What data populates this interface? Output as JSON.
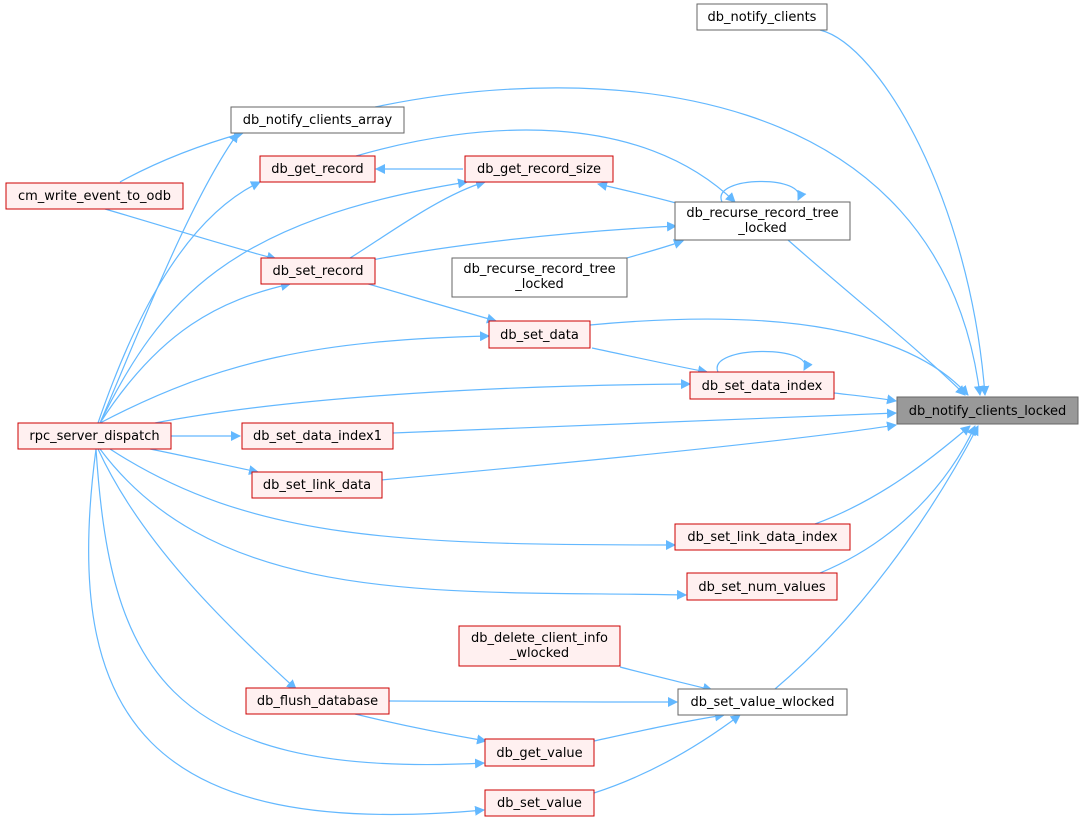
{
  "title": "Caller graph of db_notify_clients_locked",
  "colors": {
    "edge": "#63b8ff",
    "node_border_plain": "#666666",
    "node_border_red": "#cc0000",
    "node_fill_red": "#fff0f0",
    "node_fill_focus": "#999999"
  },
  "nodes": {
    "db_notify_clients_locked": {
      "label": "db_notify_clients_locked"
    },
    "db_notify_clients": {
      "label": "db_notify_clients"
    },
    "db_notify_clients_array": {
      "label": "db_notify_clients_array"
    },
    "cm_write_event_to_odb": {
      "label": "cm_write_event_to_odb"
    },
    "db_get_record": {
      "label": "db_get_record"
    },
    "db_get_record_size": {
      "label": "db_get_record_size"
    },
    "db_recurse_record_tree_locked": {
      "line1": "db_recurse_record_tree",
      "line2": "_locked"
    },
    "db_recurse_record_tree_locked_2": {
      "line1": "db_recurse_record_tree",
      "line2": "_locked"
    },
    "db_set_record": {
      "label": "db_set_record"
    },
    "db_set_data": {
      "label": "db_set_data"
    },
    "db_set_data_index": {
      "label": "db_set_data_index"
    },
    "rpc_server_dispatch": {
      "label": "rpc_server_dispatch"
    },
    "db_set_data_index1": {
      "label": "db_set_data_index1"
    },
    "db_set_link_data": {
      "label": "db_set_link_data"
    },
    "db_set_link_data_index": {
      "label": "db_set_link_data_index"
    },
    "db_set_num_values": {
      "label": "db_set_num_values"
    },
    "db_delete_client_info_wlocked": {
      "line1": "db_delete_client_info",
      "line2": "_wlocked"
    },
    "db_flush_database": {
      "label": "db_flush_database"
    },
    "db_set_value_wlocked": {
      "label": "db_set_value_wlocked"
    },
    "db_get_value": {
      "label": "db_get_value"
    },
    "db_set_value": {
      "label": "db_set_value"
    }
  }
}
